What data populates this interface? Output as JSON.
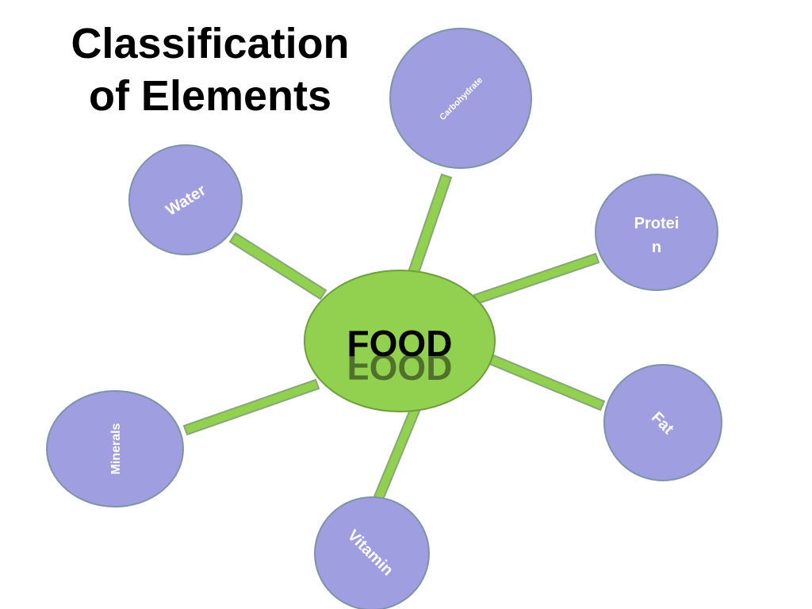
{
  "slide": {
    "title_line1": "Classification",
    "title_line2": "of Elements"
  },
  "diagram": {
    "center": {
      "label": "FOOD"
    },
    "nodes": [
      {
        "label": "Carbohydrate"
      },
      {
        "label": "Water"
      },
      {
        "label_line1": "Protei",
        "label_line2": "n"
      },
      {
        "label": "Fat"
      },
      {
        "label": "Minerals"
      },
      {
        "label": "Vitamin"
      }
    ]
  },
  "colors": {
    "node_fill": "#9e9ee0",
    "node_stroke": "#7f93a8",
    "center_fill": "#92d050",
    "center_stroke": "#6f9e3c",
    "connector_fill": "#92d050",
    "connector_stroke": "#86a875",
    "node_text": "#ffffff",
    "center_text": "#000000"
  }
}
